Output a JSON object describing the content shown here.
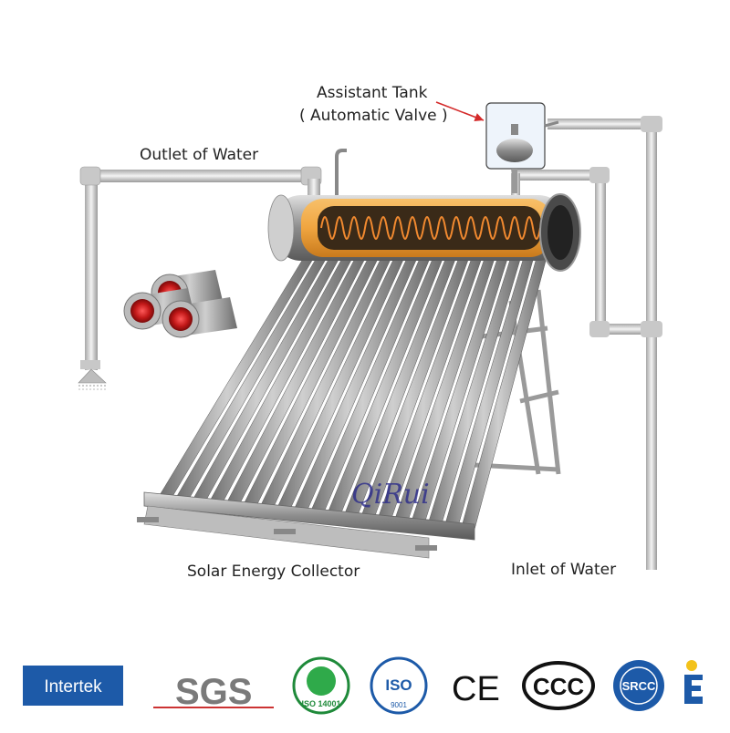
{
  "labels": {
    "assistant_tank": "Assistant Tank",
    "automatic_valve": "( Automatic Valve )",
    "outlet": "Outlet of Water",
    "collector": "Solar Energy Collector",
    "inlet": "Inlet of Water"
  },
  "watermark": "QiRui",
  "certifications": {
    "intertek": "Intertek",
    "sgs": "SGS",
    "iso14001": "ISO 14001",
    "iso9001": "ISO",
    "iso9001_sub": "9001",
    "ce": "CE",
    "ccc": "CCC",
    "srcc": "SRCC"
  },
  "colors": {
    "pipe": "#d9d9d9",
    "tube": "#9a9a9a",
    "coil": "#e07a2a",
    "tank_body": "#f0a540",
    "intertek_blue": "#1d5aa8",
    "arrow": "#d42a2a"
  }
}
